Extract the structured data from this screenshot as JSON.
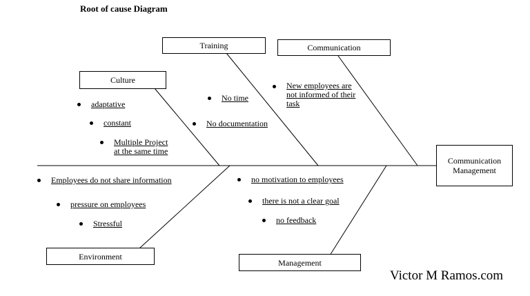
{
  "title": "Root of cause Diagram",
  "effect": {
    "label_line1": "Communication",
    "label_line2": "Management"
  },
  "categories": {
    "training": "Training",
    "communication": "Communication",
    "culture": "Culture",
    "environment": "Environment",
    "management": "Management"
  },
  "causes": {
    "training": [
      "No time",
      "No documentation"
    ],
    "communication": {
      "line1": "New employees are",
      "line2": "not informed of their",
      "line3": "task"
    },
    "culture": {
      "adaptative": "adaptative",
      "constant": "constant",
      "multiple_line1": "Multiple Project",
      "multiple_line2": "at the same time"
    },
    "environment": [
      "Employees do not share information",
      "pressure on employees",
      "Stressful"
    ],
    "management": [
      "no motivation to employees",
      "there is not a clear goal",
      "no feedback"
    ]
  },
  "credit": "Victor M Ramos.com"
}
